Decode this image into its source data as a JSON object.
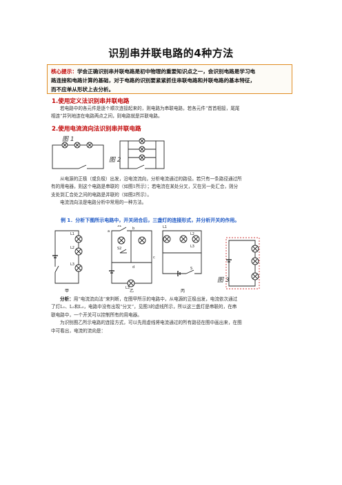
{
  "title": "识别串并联电路的4种方法",
  "tip": {
    "label": "核心提示：",
    "line1": "学会正确识别串并联电路是初中物理的重要知识点之一，会识别电路是学习电",
    "line2": "路连接和电路计算的基础，对于电路的识别要紧紧抓住串联电路和并联电路的基本特征，",
    "line3": "而不应单从形状上去分析。"
  },
  "section1": {
    "heading": "1.使用定义法识别串并联电路",
    "line1": "若电路中的各元件是逐个顺次连接起来的，则电路为串联电路，若各元件“首首相接，尾尾",
    "line2": "相连”并列地连在电路两点之间，则电路就是并联电路。"
  },
  "section2": {
    "heading": "2.使用电流流向法识别串并联电路",
    "fig1_label": "图 1",
    "fig2_label": "图 2",
    "para1_line1": "从电源的正极（或负极）出发，沿电流流向，分析电流通过的路径。若只有一条路径通过所",
    "para1_line2": "有的用电器，则这个电路是串联的（如图1所示）；若电流在某处分叉，又在另一处汇合，则分",
    "para1_line3": "支处到汇合处之间的电路是并联的（如图2所示）。",
    "para2": "电流流向法是电路分析中常用的一种方法。"
  },
  "example": {
    "text": "例 1．分析下图所示电路中，开关闭合后，三盏灯的连接形式，并分析开关的作用。",
    "captions": [
      "甲",
      "乙",
      "丙"
    ],
    "fig3_label": "图 3",
    "lamp_labels": [
      "L1",
      "L2",
      "L3"
    ],
    "switch_labels": [
      "S1",
      "S2",
      "S"
    ],
    "node_labels": [
      "a",
      "b",
      "c",
      "d"
    ]
  },
  "analysis": {
    "label": "分析：",
    "line1": "用“电流流向法”来判断，在图甲所示的电路中，从电源的正极出发，电流依次通过",
    "line2": "了灯L₁、L₂和L₃，电路中没有出现“分叉”，见图3的虚线所示，所以这三盏灯是串联的，在串",
    "line3": "联电路中，一个开关可以控制所有的用电器。",
    "line4": "为识别图乙所示电路的连接方式，可以先用虚线将电流通过的所有路径在图中画出来，在图",
    "line5": "中可看出，电流的流向是："
  }
}
